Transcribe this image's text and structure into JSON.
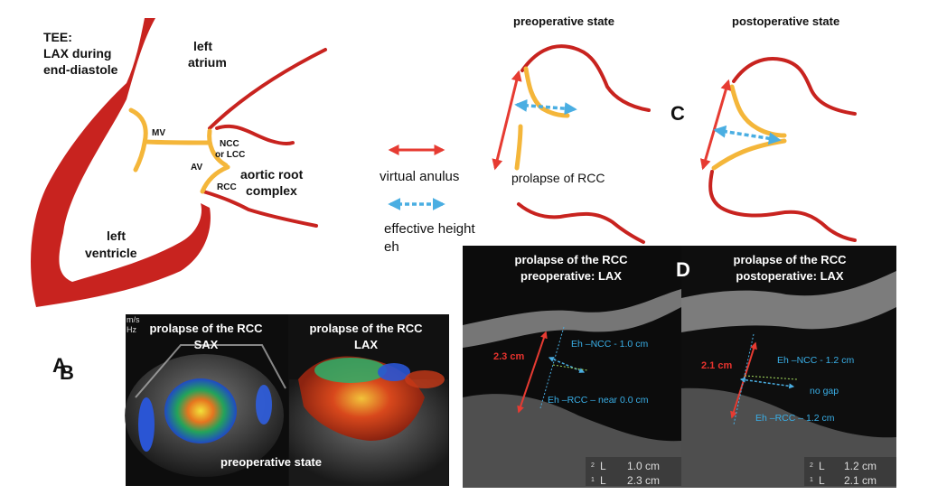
{
  "colors": {
    "tissue": "#c8231f",
    "leaflet": "#f4b63a",
    "anulus_arrow": "#e63b32",
    "eh_arrow": "#4aaee2",
    "echo_text": "#39aee6",
    "echo_measure": "#e8332e"
  },
  "panel_a": {
    "letter": "A",
    "mode_line1": "TEE:",
    "mode_line2": "LAX during",
    "mode_line3": "end-diastole",
    "left_atrium_1": "left",
    "left_atrium_2": "atrium",
    "mv": "MV",
    "av": "AV",
    "ncc_1": "NCC",
    "ncc_2": "or LCC",
    "rcc": "RCC",
    "root_1": "aortic root",
    "root_2": "complex",
    "lv_1": "left",
    "lv_2": "ventricle"
  },
  "legend": {
    "virtual_anulus": "virtual anulus",
    "effective_height_1": "effective height",
    "effective_height_2": "eh"
  },
  "panel_c": {
    "letter": "C",
    "pre_title": "preoperative state",
    "post_title": "postoperative state",
    "prolapse": "prolapse of RCC"
  },
  "panel_b": {
    "letter": "B",
    "corner_1": "m/s",
    "corner_2": "Hz",
    "sax_1": "prolapse of the RCC",
    "sax_2": "SAX",
    "lax_1": "prolapse of the RCC",
    "lax_2": "LAX",
    "state": "preoperative state"
  },
  "panel_d": {
    "letter": "D",
    "pre_title_1": "prolapse of the RCC",
    "pre_title_2": "preoperative: LAX",
    "pre_height": "2.3 cm",
    "pre_eh_ncc": "Eh –NCC - 1.0 cm",
    "pre_eh_rcc": "Eh –RCC – near 0.0 cm",
    "pre_m1_idx": "2",
    "pre_m1_l": "L",
    "pre_m1_val": "1.0 cm",
    "pre_m2_idx": "1",
    "pre_m2_l": "L",
    "pre_m2_val": "2.3 cm",
    "post_title_1": "prolapse of the RCC",
    "post_title_2": "postoperative: LAX",
    "post_height": "2.1 cm",
    "post_eh_ncc": "Eh –NCC - 1.2 cm",
    "post_gap": "no gap",
    "post_eh_rcc": "Eh –RCC – 1.2 cm",
    "post_m1_idx": "2",
    "post_m1_l": "L",
    "post_m1_val": "1.2 cm",
    "post_m2_idx": "1",
    "post_m2_l": "L",
    "post_m2_val": "2.1 cm"
  }
}
